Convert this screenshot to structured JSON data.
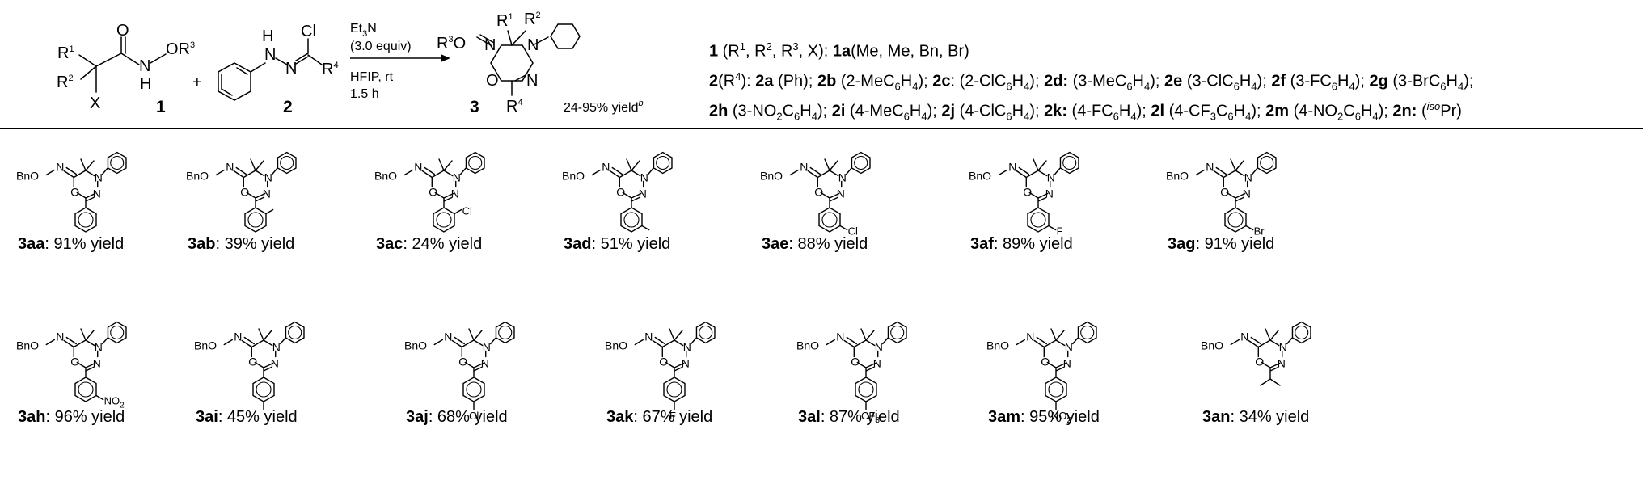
{
  "reaction": {
    "reagent1": {
      "number": "1",
      "labels": {
        "r1": "R",
        "r1_sup": "1",
        "r2": "R",
        "r2_sup": "2",
        "x": "X",
        "o": "O",
        "n": "N",
        "h": "H",
        "or3": "OR",
        "or3_sup": "3"
      }
    },
    "plus": "+",
    "reagent2": {
      "number": "2",
      "labels": {
        "h": "H",
        "n1": "N",
        "n2": "N",
        "cl": "Cl",
        "r4": "R",
        "r4_sup": "4"
      }
    },
    "conditions": {
      "above_1": "Et",
      "above_1_sub": "3",
      "above_1b": "N",
      "above_2": "(3.0 equiv)",
      "below_1": "HFIP, rt",
      "below_2": "1.5 h"
    },
    "product": {
      "number": "3",
      "labels": {
        "r3o": "R",
        "r3o_sup": "3",
        "r3o_rest": "O",
        "n_oxime": "N",
        "r1": "R",
        "r1_sup": "1",
        "r2": "R",
        "r2_sup": "2",
        "n3": "N",
        "n4": "N",
        "o": "O",
        "r4": "R",
        "r4_sup": "4"
      },
      "yield_range": "24-95% yield",
      "yield_sup": "b"
    }
  },
  "legend": {
    "line1": [
      {
        "t": "1",
        "b": true
      },
      {
        "t": " (R"
      },
      {
        "t": "1",
        "sup": true
      },
      {
        "t": ", R"
      },
      {
        "t": "2",
        "sup": true
      },
      {
        "t": ", R"
      },
      {
        "t": "3",
        "sup": true
      },
      {
        "t": ", X):  "
      },
      {
        "t": "1a",
        "b": true
      },
      {
        "t": "(Me, Me, Bn, Br)"
      }
    ],
    "line2": [
      {
        "t": "2",
        "b": true
      },
      {
        "t": "(R"
      },
      {
        "t": "4",
        "sup": true
      },
      {
        "t": "):  "
      },
      {
        "t": "2a",
        "b": true
      },
      {
        "t": " (Ph); "
      },
      {
        "t": "2b",
        "b": true
      },
      {
        "t": " (2-MeC"
      },
      {
        "t": "6",
        "sub": true
      },
      {
        "t": "H"
      },
      {
        "t": "4",
        "sub": true
      },
      {
        "t": "); "
      },
      {
        "t": "2c",
        "b": true
      },
      {
        "t": ": (2-ClC"
      },
      {
        "t": "6",
        "sub": true
      },
      {
        "t": "H"
      },
      {
        "t": "4",
        "sub": true
      },
      {
        "t": "); "
      },
      {
        "t": "2d:",
        "b": true
      },
      {
        "t": " (3-MeC"
      },
      {
        "t": "6",
        "sub": true
      },
      {
        "t": "H"
      },
      {
        "t": "4",
        "sub": true
      },
      {
        "t": "); "
      },
      {
        "t": "2e",
        "b": true
      },
      {
        "t": " (3-ClC"
      },
      {
        "t": "6",
        "sub": true
      },
      {
        "t": "H"
      },
      {
        "t": "4",
        "sub": true
      },
      {
        "t": "); "
      },
      {
        "t": "2f",
        "b": true
      },
      {
        "t": " (3-FC"
      },
      {
        "t": "6",
        "sub": true
      },
      {
        "t": "H"
      },
      {
        "t": "4",
        "sub": true
      },
      {
        "t": "); "
      },
      {
        "t": "2g",
        "b": true
      },
      {
        "t": " (3-BrC"
      },
      {
        "t": "6",
        "sub": true
      },
      {
        "t": "H"
      },
      {
        "t": "4",
        "sub": true
      },
      {
        "t": ");"
      }
    ],
    "line3": [
      {
        "t": "2h",
        "b": true
      },
      {
        "t": " (3-NO"
      },
      {
        "t": "2",
        "sub": true
      },
      {
        "t": "C"
      },
      {
        "t": "6",
        "sub": true
      },
      {
        "t": "H"
      },
      {
        "t": "4",
        "sub": true
      },
      {
        "t": "); "
      },
      {
        "t": "2i",
        "b": true
      },
      {
        "t": " (4-MeC"
      },
      {
        "t": "6",
        "sub": true
      },
      {
        "t": "H"
      },
      {
        "t": "4",
        "sub": true
      },
      {
        "t": "); "
      },
      {
        "t": "2j",
        "b": true
      },
      {
        "t": " (4-ClC"
      },
      {
        "t": "6",
        "sub": true
      },
      {
        "t": "H"
      },
      {
        "t": "4",
        "sub": true
      },
      {
        "t": "); "
      },
      {
        "t": "2k:",
        "b": true
      },
      {
        "t": " (4-FC"
      },
      {
        "t": "6",
        "sub": true
      },
      {
        "t": "H"
      },
      {
        "t": "4",
        "sub": true
      },
      {
        "t": "); "
      },
      {
        "t": "2l",
        "b": true
      },
      {
        "t": " (4-CF"
      },
      {
        "t": "3",
        "sub": true
      },
      {
        "t": "C"
      },
      {
        "t": "6",
        "sub": true
      },
      {
        "t": "H"
      },
      {
        "t": "4",
        "sub": true
      },
      {
        "t": "); "
      },
      {
        "t": "2m",
        "b": true
      },
      {
        "t": " (4-NO"
      },
      {
        "t": "2",
        "sub": true
      },
      {
        "t": "C"
      },
      {
        "t": "6",
        "sub": true
      },
      {
        "t": "H"
      },
      {
        "t": "4",
        "sub": true
      },
      {
        "t": "); "
      },
      {
        "t": "2n:",
        "b": true
      },
      {
        "t": " ("
      },
      {
        "t": "iso",
        "sup": true,
        "i": true
      },
      {
        "t": "Pr)"
      }
    ]
  },
  "atom_labels": {
    "bno": "BnO",
    "n": "N",
    "o": "O"
  },
  "compounds": [
    {
      "id": "3aa",
      "yield": ": 91% yield",
      "sub": "none",
      "pos": "",
      "subst": ""
    },
    {
      "id": "3ab",
      "yield": ": 39% yield",
      "sub": "methyl",
      "pos": "ortho",
      "subst": ""
    },
    {
      "id": "3ac",
      "yield": ": 24% yield",
      "sub": "atom",
      "pos": "ortho",
      "subst": "Cl"
    },
    {
      "id": "3ad",
      "yield": ": 51% yield",
      "sub": "methyl",
      "pos": "meta",
      "subst": ""
    },
    {
      "id": "3ae",
      "yield": ": 88% yield",
      "sub": "atom",
      "pos": "meta",
      "subst": "Cl"
    },
    {
      "id": "3af",
      "yield": ": 89% yield",
      "sub": "atom",
      "pos": "meta",
      "subst": "F"
    },
    {
      "id": "3ag",
      "yield": ": 91% yield",
      "sub": "atom",
      "pos": "meta",
      "subst": "Br"
    },
    {
      "id": "3ah",
      "yield": ": 96% yield",
      "sub": "nitro",
      "pos": "meta",
      "subst": "NO",
      "subst_sub": "2"
    },
    {
      "id": "3ai",
      "yield": ": 45% yield",
      "sub": "methyl",
      "pos": "para",
      "subst": ""
    },
    {
      "id": "3aj",
      "yield": ": 68% yield",
      "sub": "atom",
      "pos": "para",
      "subst": "Cl"
    },
    {
      "id": "3ak",
      "yield": ": 67% yield",
      "sub": "atom",
      "pos": "para",
      "subst": "F"
    },
    {
      "id": "3al",
      "yield": ": 87% yield",
      "sub": "cf3",
      "pos": "para",
      "subst": "CF",
      "subst_sub": "3"
    },
    {
      "id": "3am",
      "yield": ": 95% yield",
      "sub": "nitro",
      "pos": "para",
      "subst": "NO",
      "subst_sub": "2"
    },
    {
      "id": "3an",
      "yield": ": 34% yield",
      "sub": "isopropyl",
      "pos": "",
      "subst": ""
    }
  ]
}
